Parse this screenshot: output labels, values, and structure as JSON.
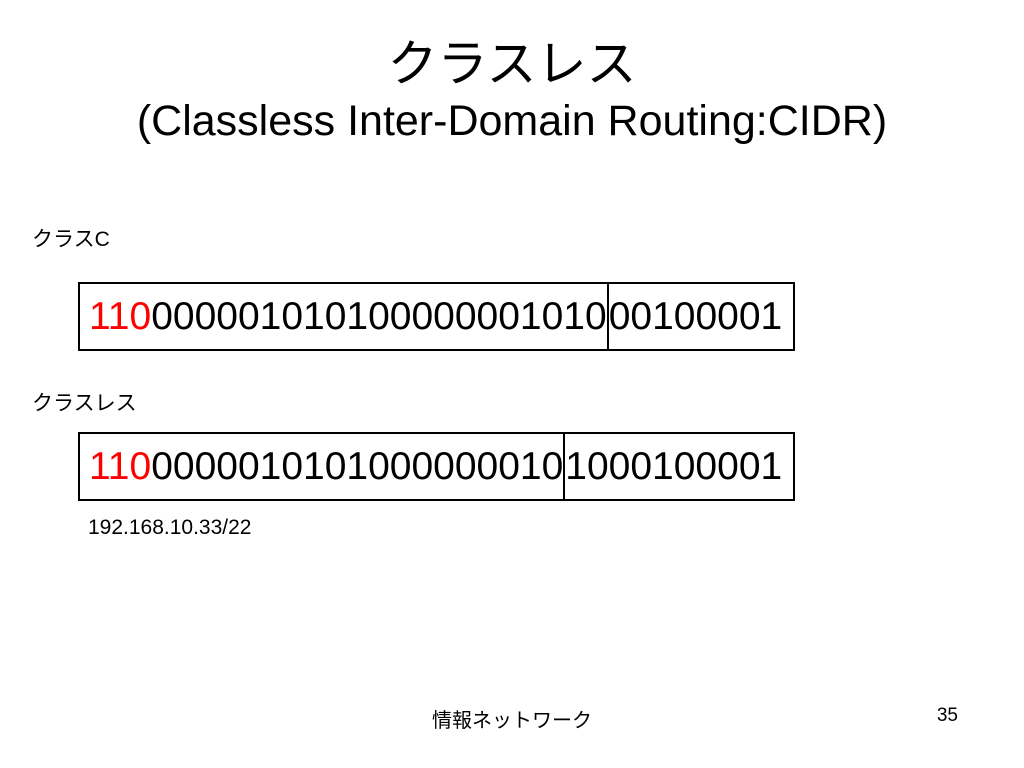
{
  "slide": {
    "title": {
      "line1": "クラスレス",
      "line2": "(Classless Inter-Domain Routing:CIDR)"
    },
    "sections": [
      {
        "label": "クラスC",
        "binary": {
          "prefix": "110",
          "network_rest": "000001010100000001010",
          "host": "00100001"
        }
      },
      {
        "label": "クラスレス",
        "binary": {
          "prefix": "110",
          "network_rest": "0000010101000000010",
          "host": "1000100001"
        },
        "note": "192.168.10.33/22"
      }
    ],
    "footer": {
      "text": "情報ネットワーク",
      "page_number": "35"
    },
    "colors": {
      "prefix_red": "#ff0000",
      "text": "#000000",
      "background": "#ffffff"
    }
  }
}
